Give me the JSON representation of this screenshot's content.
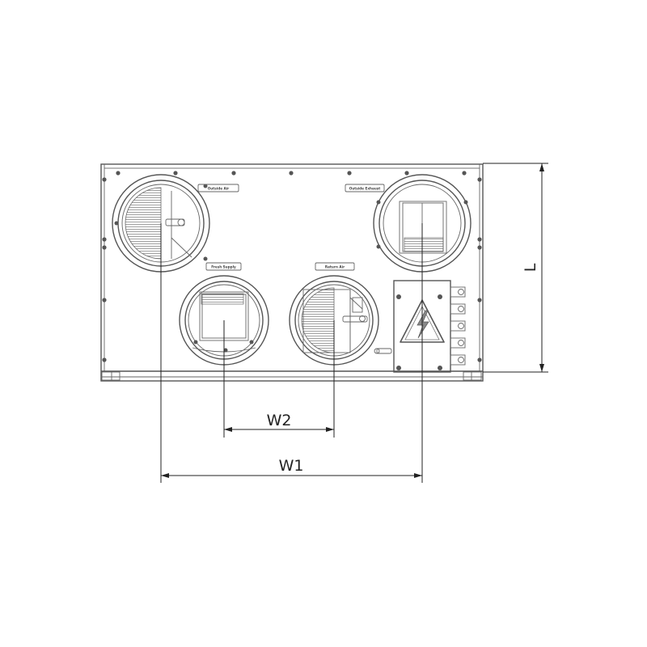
{
  "diagram": {
    "dimensions": {
      "width_total": "W1",
      "width_inner": "W2",
      "length": "L"
    },
    "port_labels": {
      "top_left": "Outside Air",
      "top_right": "Outside Exhaust",
      "bottom_left": "Fresh Supply",
      "bottom_right": "Return Air"
    },
    "colors": {
      "line": "#555555",
      "dimension": "#222222"
    },
    "icons": [
      "high-voltage-warning-icon"
    ]
  }
}
